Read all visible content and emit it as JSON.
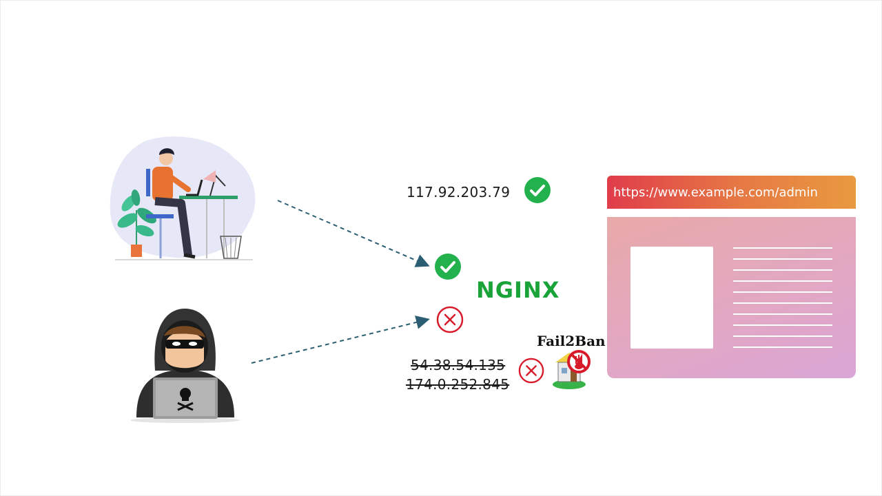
{
  "allowed": {
    "ip": "117.92.203.79",
    "status_icon": "check-circle-icon"
  },
  "blocked": {
    "ips": [
      "54.38.54.135",
      "174.0.252.845"
    ],
    "status_icon": "x-circle-icon"
  },
  "server": {
    "name": "NGINX"
  },
  "fail2ban": {
    "label": "Fail2Ban"
  },
  "browser": {
    "url": "https://www.example.com/admin"
  },
  "colors": {
    "check_green": "#22b14c",
    "block_red": "#d81b2a",
    "arrow": "#2b5d73",
    "nginx_green": "#19a338",
    "url_gradient_start": "#e03d4a",
    "url_gradient_end": "#e89a3f"
  }
}
